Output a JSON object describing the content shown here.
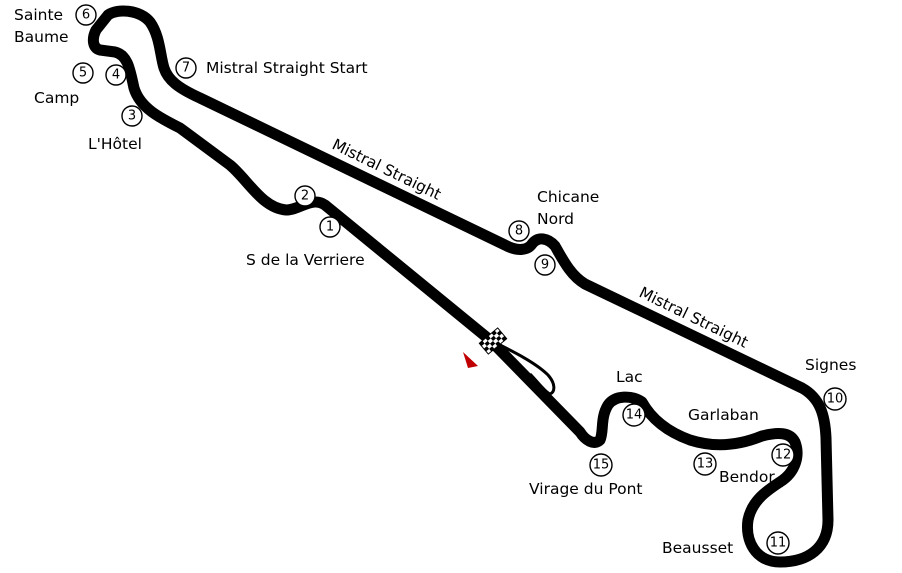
{
  "map": {
    "straight_labels": [
      {
        "text": "Mistral Straight"
      },
      {
        "text": "Mistral Straight"
      }
    ],
    "corners": [
      {
        "num": "1",
        "name": "S de la Verriere"
      },
      {
        "num": "2",
        "name": ""
      },
      {
        "num": "3",
        "name": "L'Hôtel"
      },
      {
        "num": "4",
        "name": ""
      },
      {
        "num": "5",
        "name": "Camp"
      },
      {
        "num": "6",
        "name": "Sainte Baume"
      },
      {
        "num": "7",
        "name": "Mistral Straight Start"
      },
      {
        "num": "8",
        "name": "Chicane Nord"
      },
      {
        "num": "9",
        "name": ""
      },
      {
        "num": "10",
        "name": "Signes"
      },
      {
        "num": "11",
        "name": "Beausset"
      },
      {
        "num": "12",
        "name": ""
      },
      {
        "num": "13",
        "name": "Bendor"
      },
      {
        "num": "14",
        "name": "Garlaban"
      },
      {
        "num": "15",
        "name": "Virage du Pont"
      }
    ],
    "extra_labels": [
      {
        "text": "Lac"
      }
    ],
    "colors": {
      "track": "#000000",
      "direction_arrow": "#c00000",
      "background": "#ffffff"
    }
  }
}
